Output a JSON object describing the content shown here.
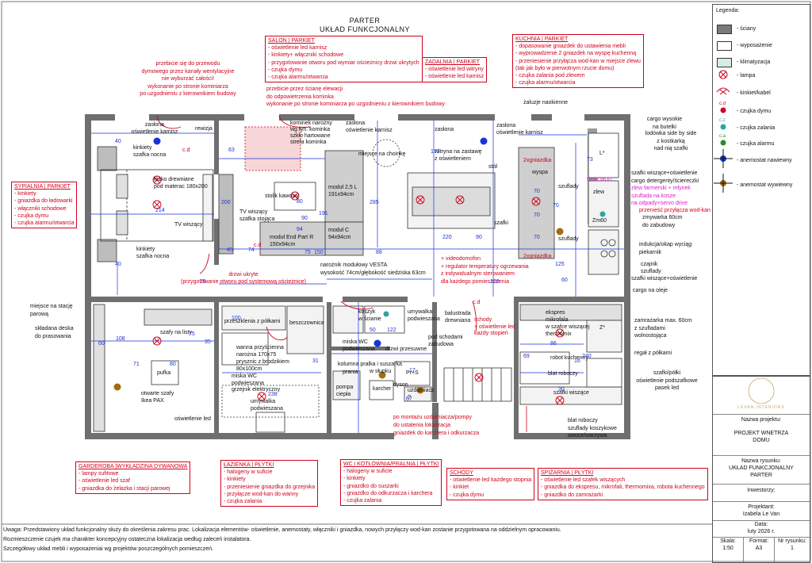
{
  "title": {
    "line1": "PARTER",
    "line2": "UKŁAD FUNKCJONALNY"
  },
  "legend": {
    "title": "Legenda:",
    "items": [
      {
        "label": "- ściany",
        "color": "#7a7a7a"
      },
      {
        "label": "- wyposażenie",
        "color": "#ffffff"
      },
      {
        "label": "- klimatyzacja",
        "color": "#d7ece9"
      },
      {
        "label": "- lampa"
      },
      {
        "label": "- kinkiet/kabel"
      },
      {
        "label": "- czujka dymu"
      },
      {
        "label": "- czujka zalania"
      },
      {
        "label": "- czujka alarmu"
      },
      {
        "label": "- anemostat nawiewny"
      },
      {
        "label": "- anemostat wywiewny"
      }
    ],
    "sensor_codes": {
      "smoke": "c.d",
      "flood": "c.z",
      "alarm": "c.a"
    }
  },
  "title_block": {
    "logo_text": "LEVAN INTERIORS",
    "project_label": "Nazwa projektu:",
    "project_name_1": "PROJEKT WNETRZA",
    "project_name_2": "DOMU",
    "drawing_label": "Nazwa rysunku:",
    "drawing_name_1": "UKŁAD FUNKCJONALNY",
    "drawing_name_2": "PARTER",
    "investors_label": "Inwestorzy:",
    "designer_label": "Projektant:",
    "designer_name": "Izabela Le Van",
    "date_label": "Data:",
    "date_value": "luty 2026 r.",
    "scale_label": "Skala:",
    "scale_value": "1:50",
    "format_label": "Format:",
    "format_value": "A3",
    "sheet_label": "Nr rysunku:",
    "sheet_value": "1"
  },
  "notes": {
    "salon": {
      "title": "SALON | PARKIET",
      "lines": [
        "- oświetlenie led karnisz",
        "- kinkiety+ włączniki schodowe",
        "- przygotowanie otworu pod wymiar ościeżnicy drzwi ukrytych",
        "- czujka dymu",
        "- czujka alarmu/otwarcia"
      ]
    },
    "zadaszenie": {
      "title": "ZADALNIA | PARKIET",
      "lines": [
        "- oświetlenie led witryny",
        "- oświetlenie led karnisz"
      ]
    },
    "kuchnia": {
      "title": "KUCHNIA | PARKIET",
      "lines": [
        "- dopasowanie gniazdek do ustawienia mebli",
        "- wyprowadzenie 2 gniazdek na wyspę kuchenną",
        "- przeniesienie przyłącza wod-kan w miejsce zlewu",
        "(tak jak było w pierwotnym rzucie domu)",
        "- czujka zalania pod zlewem",
        "- czujka alarmu/otwarcia"
      ]
    },
    "sypialnia": {
      "title": "SYPIALNIA | PARKIET",
      "lines": [
        "- kinkiety",
        "- gniazdka do ładowarki",
        "- włączniki schodowe",
        "- czujka dymu",
        "- czujka alarmu/otwarcia"
      ]
    },
    "garderoba": {
      "title": "GARDEROBA |WYKŁADZINA DYWANOWA",
      "lines": [
        "- lampy sufitowe",
        "- oświetlenie led szaf",
        "- gniazdka do żelazka i stacji parowej"
      ]
    },
    "lazienka": {
      "title": "ŁAZIENKA | PŁYTKI",
      "lines": [
        "- halogeny w suficie",
        "- kinkiety",
        "- przeniesienie gniazdka do grzejnika",
        "- przyłącze wod-kan do wanny",
        "- czujka zalania"
      ]
    },
    "wc": {
      "title": "WC i KOTŁOWNIA/PRALNIA | PŁYTKI",
      "lines": [
        "- halogeny w suficie",
        "- kinkiety",
        "- gniazdko do suszarki",
        "- gniazdko do odkurzacza i karchera",
        "- czujka zalania"
      ]
    },
    "schody": {
      "title": "SCHODY",
      "lines": [
        "- oświetlenie led każdego stopnia",
        "- kinkiet",
        "- czujka dymu"
      ]
    },
    "spizarnia": {
      "title": "SPIŻARNIA | PŁYTKI",
      "lines": [
        "- oświetlenie led szafek wiszących",
        "- gniazdka do ekspresu, mikrofali, thermomixa, robota kuchennego",
        "- gniazdko do zamrażarki"
      ]
    }
  },
  "red_annotations": {
    "chimney": [
      "przebicie się do przewodu",
      "dymowego przez kanały wentylacyjne",
      "nie wyburzać całości!",
      "wykonanie po stronie kominiarza",
      "po uzgodnieniu z kierownikiem budowy"
    ],
    "salon_wall": [
      "przebicie przez ścianę elewacji",
      "do odpowietrzenia kominka",
      "wykonanie po stronie kominiarza po uzgodnieniu z kierownikiem budowy"
    ],
    "hidden_door": [
      "drzwi ukryte",
      "(przygotowanie otworu pod systemową ościeżnicę)"
    ],
    "sockets_note": [
      "po montażu uzdatniacza/pompy",
      "do ustalenia lokalizacja",
      "gniazdek do karchera i odkurzacza"
    ],
    "stairs_led": [
      "schody",
      "+ oświetlenie led",
      "każdy stopień"
    ],
    "intercom": [
      "+ videodomofon",
      "+ regulator temperatury ogrzewania",
      "z indywidualnym sterowaniem",
      "dla każdego pomieszczenia"
    ],
    "kitchen_socket_move": "przenieść przyłącza wod-kan",
    "island_sockets": [
      "2xgniazdka",
      "2xgniazdka"
    ],
    "sensor_cd": "c.d"
  },
  "magenta_notes": [
    "zlew farmerski + młynek",
    "szuflada na kosze",
    "na odpady+servo drive"
  ],
  "outside_labels_left": {
    "steam": [
      "miejsce na stację",
      "parową"
    ],
    "ironing": [
      "składana deska",
      "do prasowania"
    ]
  },
  "outside_labels_right": [
    [
      "żaluzje naokienne"
    ],
    [
      "cargo wysokie",
      "na butelki"
    ],
    [
      "lodówka side by side",
      "z kostkarką",
      "nad nią szafki"
    ],
    [
      "szafki wiszące+oświetlenie",
      "cargo detergenty/ściereczki"
    ],
    [
      "zmywarka 60cm",
      "do zabudowy"
    ],
    [
      "indukcja/okap wyciąg",
      "piekarnik"
    ],
    [
      "czajnik"
    ],
    [
      "szuflady"
    ],
    [
      "szafki wiszące+oświetlenie"
    ],
    [
      "cargo na oleje"
    ],
    [
      "zamrażarka max. 60cm",
      "z szufladami",
      "wolnostojąca"
    ],
    [
      "regał z półkami"
    ],
    [
      "szafki/półki",
      "oświetlenie podszafkowe",
      "pasek led"
    ],
    [
      "blat roboczy",
      "szuflady koszykowe",
      "owoce/warzywa"
    ]
  ],
  "room_labels": {
    "zaslona1": "zasłona",
    "karnisz1": "oświetlenie karnisz",
    "rewizja": "rewizja",
    "kinkiety_top": [
      "kinkiety",
      "szafka nocna"
    ],
    "kinkiety_bot": [
      "kinkiety",
      "szafka nocna"
    ],
    "bed": [
      "łóżko drewniane",
      "pod materac 180x200"
    ],
    "tv": "TV wiszący",
    "stolik": "stolik kawowy",
    "tv_stand": [
      "TV wiszący",
      "szafka stojąca"
    ],
    "komin": [
      "kominek narożny",
      "wg tyn. kominka",
      "szkło hartowane",
      "strefa kominka"
    ],
    "zaslona2": "zasłona",
    "karnisz2": "oświetlenie karnisz",
    "choinka": "miejsce na choinkę",
    "zaslona3": "zasłona",
    "witryna": [
      "witryna na zastawę",
      "z oświetleniem"
    ],
    "stol": "stół",
    "zaslona4": "zasłona",
    "karnisz4": "oświetlenie karnisz",
    "wyspa": "wyspa",
    "szuflady1": "szuflady",
    "szafki": "szafki",
    "szuflady2": "szuflady",
    "modul_l": [
      "moduł 2,5 L",
      "191x94cm"
    ],
    "modul_c": [
      "moduł C",
      "94x94cm"
    ],
    "modul_end": [
      "moduł End Part R",
      "150x94cm"
    ],
    "vesta": [
      "narożnik modułowy VESTA",
      "wysokość 74cm/głębokość siedziska 63cm"
    ],
    "zlew": "zlew",
    "zm60": "Zm60",
    "l_mark": "L*",
    "dishwasher_mark": "ULTR WOD",
    "koszyk": [
      "koszyk",
      "w ścianie"
    ],
    "umywalka1": [
      "umywalka",
      "podwieszana"
    ],
    "balustrada": [
      "balustrada",
      "drewniana"
    ],
    "szafy": "szafy na listy",
    "przeszklenie": "przeszklenia z półkami",
    "beszczownica": "beszczownica",
    "wanna": [
      "wanna przyścienna",
      "narożna 170x75",
      "prysznic z brodzikiem",
      "80x100cm"
    ],
    "miska1": [
      "miska WC",
      "podwieszana"
    ],
    "grzejnik": "grzejnik elektryczny",
    "umywalka2": [
      "umywalka",
      "podwieszana"
    ],
    "pufka": "pufka",
    "ikea": [
      "otwarte szafy",
      "Ikea PAX"
    ],
    "oswiet_led": "oświetlenie led",
    "miska2": [
      "miska WC",
      "podwieszana"
    ],
    "drzwi": "drzwi przesuwne",
    "schodami": [
      "pod schodami",
      "zabudowa"
    ],
    "kolumna": [
      "kolumna pralka i suszarka",
      "w słupku"
    ],
    "prania": "prania",
    "pompa": [
      "pompa",
      "ciepła"
    ],
    "karcher": "karcher",
    "dyson": "dyson",
    "prs": "Pr+S",
    "uzdatniacz": [
      "uzdatniacz",
      "?"
    ],
    "ekspres": [
      "ekspres",
      "mikrofala",
      "w szafce wiszącej",
      "thermomix"
    ],
    "robot": "robot kuchenny",
    "blat": "blat roboczy",
    "szafki_wiszace": "szafki wiszące",
    "z_mark": "Z*"
  },
  "dimensions": [
    "40",
    "40",
    "200",
    "214",
    "80",
    "63",
    "90",
    "88",
    "74",
    "45",
    "75",
    "191",
    "94",
    "285",
    "150",
    "173",
    "220",
    "90",
    "73",
    "70",
    "70",
    "70",
    "70",
    "60",
    "120",
    "108",
    "75",
    "35",
    "60",
    "71",
    "80",
    "31",
    "238",
    "122",
    "50",
    "100",
    "86",
    "16",
    "240",
    "69",
    "30",
    "75",
    "125",
    "17",
    "67"
  ],
  "footer": [
    "Uwaga: Przedstawiony układ funkcjonalny służy do określenia zakresu prac. Lokalizacja elementów- oświetlenie, anemostaty, włączniki i gniazdka, nowych przyłączy wod-kan zostanie przygotowana na oddzielnym opracowaniu.",
    "Rozmieszczenie czujek ma charakter koncepcyjny ostateczna lokalizacja według zaleceń instalatora.",
    "Szczegółowy układ mebli i wyposażeniai wg projektów poszczególnych pomieszczeń."
  ],
  "colors": {
    "wall": "#6f6f6f",
    "red": "#d0021b",
    "blue": "#1a33d8",
    "magenta": "#e01ad0",
    "hvac": "#d7ece9",
    "olive": "#8a6a10"
  }
}
